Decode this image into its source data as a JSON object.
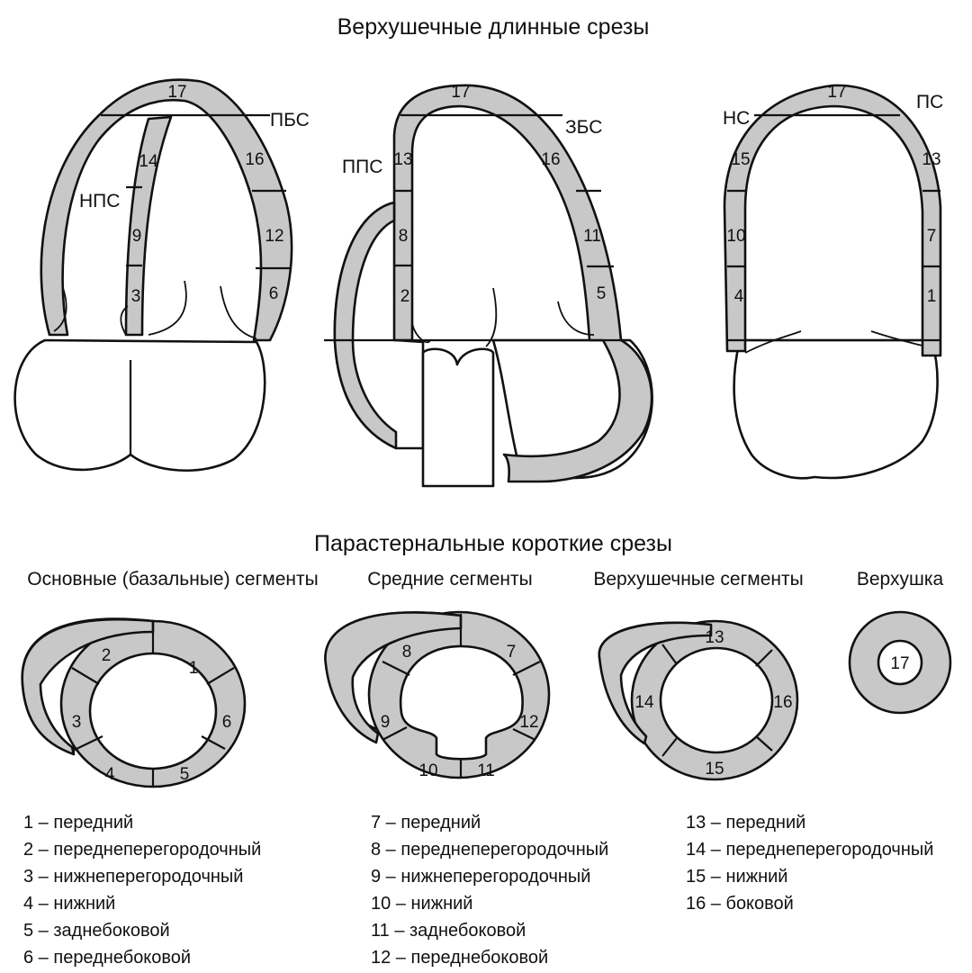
{
  "titles": {
    "apical": "Верхушечные длинные срезы",
    "parasternal": "Парастернальные короткие срезы"
  },
  "subtitles": {
    "basal": "Основные (базальные) сегменты",
    "mid": "Средние сегменты",
    "apical_segments": "Верхушечные сегменты",
    "apex": "Верхушка"
  },
  "view_labels": {
    "pbs": "ПБС",
    "nps": "НПС",
    "pps": "ППС",
    "zbs": "ЗБС",
    "ns": "НС",
    "ps": "ПС"
  },
  "segment_numbers": {
    "s1": "1",
    "s2": "2",
    "s3": "3",
    "s4": "4",
    "s5": "5",
    "s6": "6",
    "s7": "7",
    "s8": "8",
    "s9": "9",
    "s10": "10",
    "s11": "11",
    "s12": "12",
    "s13": "13",
    "s14": "14",
    "s15": "15",
    "s16": "16",
    "s17": "17"
  },
  "legend": {
    "col1": [
      "1 – передний",
      "2 – переднеперегородочный",
      "3 – нижнеперегородочный",
      "4 – нижний",
      "5 – заднебоковой",
      "6 – переднебоковой"
    ],
    "col2": [
      "7 – передний",
      "8 – переднеперегородочный",
      "9 – нижнеперегородочный",
      "10 – нижний",
      "11 – заднебоковой",
      "12 – переднебоковой"
    ],
    "col3": [
      "13 – передний",
      "14 – переднеперегородочный",
      "15 – нижний",
      "16 – боковой"
    ]
  }
}
